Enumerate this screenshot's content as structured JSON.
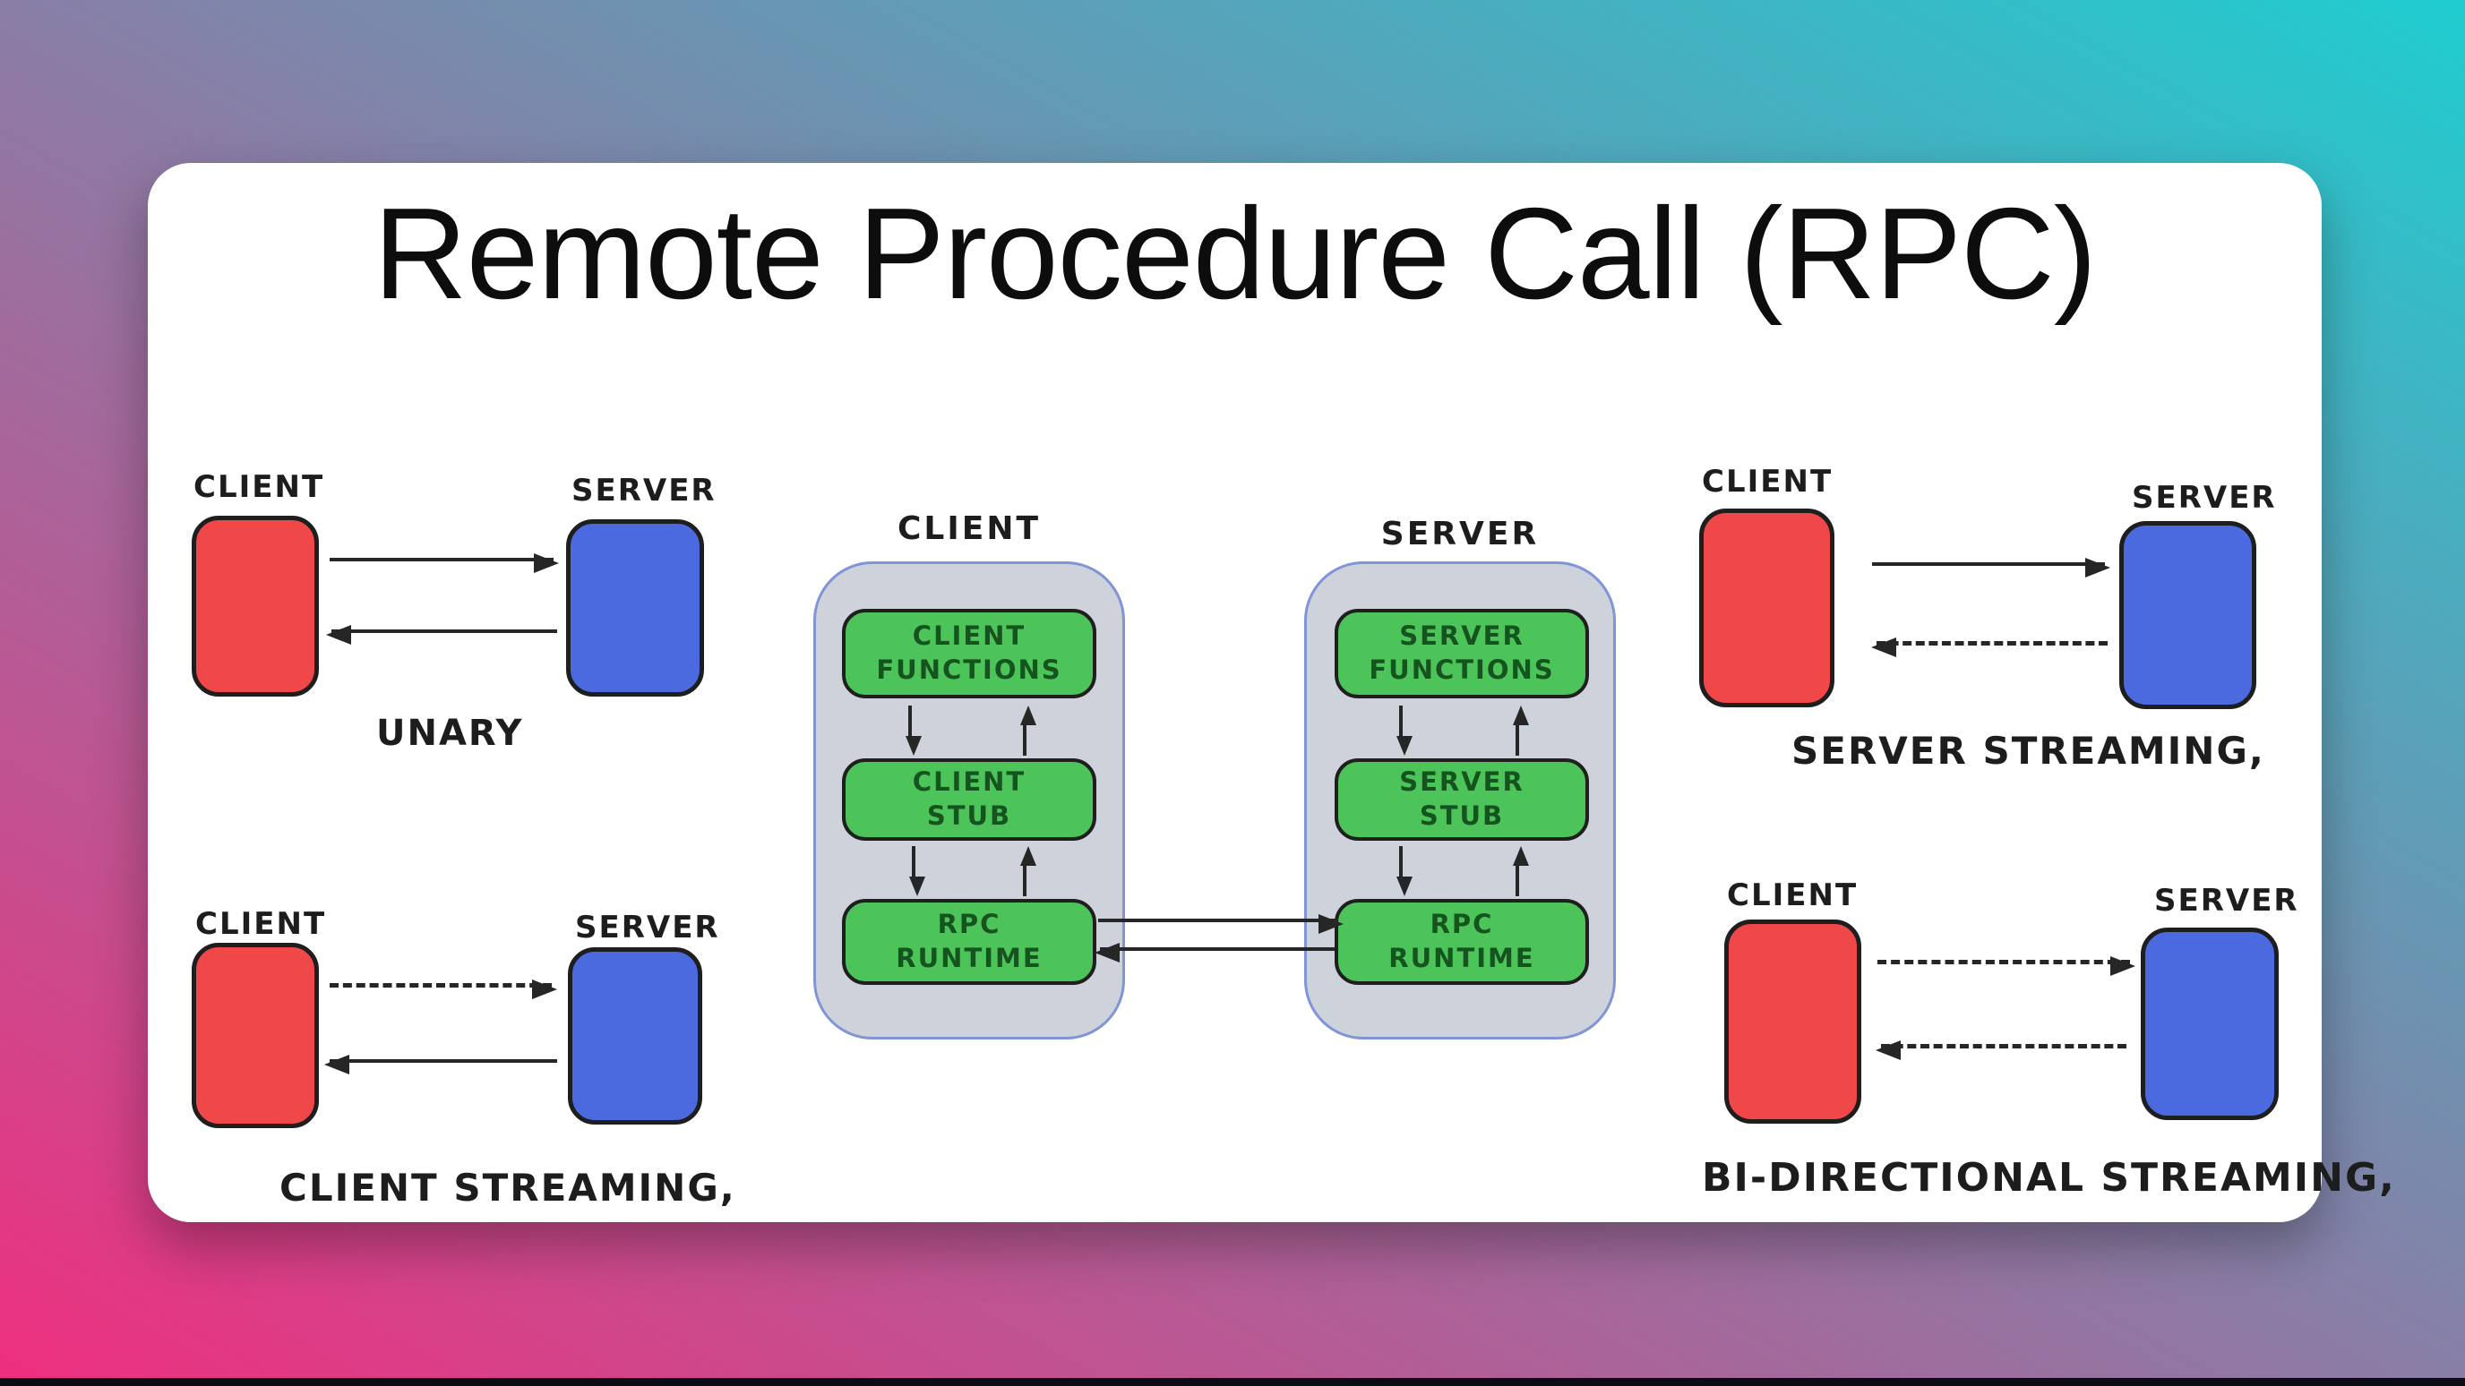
{
  "title": "Remote Procedure Call (RPC)",
  "patterns": {
    "unary": {
      "client_label": "CLIENT",
      "server_label": "SERVER",
      "caption": "UNARY"
    },
    "client_streaming": {
      "client_label": "CLIENT",
      "server_label": "SERVER",
      "caption": "CLIENT STREAMING,"
    },
    "server_streaming": {
      "client_label": "CLIENT",
      "server_label": "SERVER",
      "caption": "SERVER STREAMING,"
    },
    "bidirectional": {
      "client_label": "CLIENT",
      "server_label": "SERVER",
      "caption": "BI-DIRECTIONAL STREAMING,"
    }
  },
  "architecture": {
    "client": {
      "label": "CLIENT",
      "layers": [
        "CLIENT FUNCTIONS",
        "CLIENT STUB",
        "RPC RUNTIME"
      ]
    },
    "server": {
      "label": "SERVER",
      "layers": [
        "SERVER FUNCTIONS",
        "SERVER STUB",
        "RPC RUNTIME"
      ]
    }
  },
  "colors": {
    "client_box": "#f04848",
    "server_box": "#4b6ae0",
    "layer_box": "#4cc45a",
    "layer_text": "#16541f",
    "container": "#ced3db",
    "container_border": "#8094d6",
    "ink": "#262626",
    "card": "#ffffff",
    "bg_teal": "#1fcdd0",
    "bg_mid": "#897ea6",
    "bg_pink": "#ee2f7f"
  }
}
